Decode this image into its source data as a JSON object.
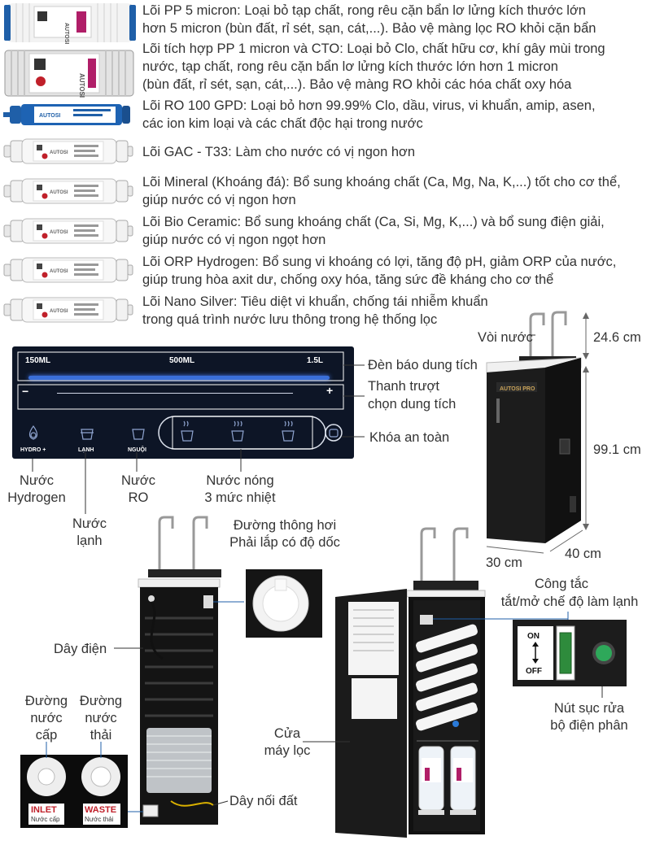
{
  "filters": [
    {
      "lines": [
        "Lõi PP 5 micron: Loại bỏ tạp chất, rong rêu cặn bẩn lơ lửng kích thước lớn",
        "hơn 5 micron (bùn đất, rỉ sét, sạn, cát,...). Bảo vệ màng lọc RO khỏi cặn bẩn"
      ],
      "brand": "AUTOSI"
    },
    {
      "lines": [
        "Lõi tích hợp PP 1 micron và CTO: Loại bỏ Clo, chất hữu cơ, khí gây mùi trong",
        "nước, tạp chất, rong rêu cặn bẩn lơ lửng kích thước lớn hơn 1 micron",
        "(bùn đất, rỉ sét, sạn, cát,...). Bảo vệ màng RO khỏi các hóa chất oxy hóa"
      ],
      "brand": "AUTOSI"
    },
    {
      "lines": [
        "Lõi RO 100 GPD: Loại bỏ hơn 99.99% Clo, dầu, virus, vi khuẩn, amip, asen,",
        "các ion kim loại và các chất độc hại trong nước"
      ]
    },
    {
      "lines": [
        "Lõi GAC - T33: Làm cho nước có vị ngon hơn"
      ],
      "brand": "AUTOSI"
    },
    {
      "lines": [
        "Lõi Mineral (Khoáng đá): Bổ sung khoáng chất (Ca, Mg, Na, K,...) tốt cho cơ thể,",
        "giúp nước có vị ngon hơn"
      ],
      "brand": "AUTOSI"
    },
    {
      "lines": [
        "Lõi Bio Ceramic: Bổ sung khoáng chất (Ca, Si, Mg, K,...) và bổ sung điện giải,",
        "giúp nước có vị ngon ngọt hơn"
      ],
      "brand": "AUTOSI"
    },
    {
      "lines": [
        "Lõi ORP Hydrogen: Bổ sung vi khoáng có lợi, tăng độ pH, giảm ORP của nước,",
        "giúp trung hòa axit dư, chống oxy hóa, tăng sức đề kháng cho cơ thể"
      ],
      "brand": "AUTOSI"
    },
    {
      "lines": [
        "Lõi Nano Silver: Tiêu diệt vi khuẩn, chống tái nhiễm khuẩn",
        "trong quá trình nước lưu thông trong hệ thống lọc"
      ],
      "brand": "AUTOSI"
    }
  ],
  "panel": {
    "cap1": "150ML",
    "cap2": "500ML",
    "cap3": "1.5L",
    "minus": "−",
    "plus": "+",
    "btn_hydro": "HYDRO +",
    "btn_cold": "LẠNH",
    "btn_ro": "NGUỘI"
  },
  "callouts": {
    "capacity_light": "Đèn báo dung tích",
    "slider_1": "Thanh trượt",
    "slider_2": "chọn dung tích",
    "safety_lock": "Khóa an toàn",
    "hydrogen_1": "Nước",
    "hydrogen_2": "Hydrogen",
    "ro_1": "Nước",
    "ro_2": "RO",
    "hot_1": "Nước nóng",
    "hot_2": "3 mức nhiệt",
    "cold_1": "Nước",
    "cold_2": "lạnh",
    "faucet": "Vòi nước",
    "dim_height_top": "24.6 cm",
    "dim_height_body": "99.1 cm",
    "dim_depth": "30 cm",
    "dim_width": "40 cm",
    "vent_1": "Đường thông hơi",
    "vent_2": "Phải lắp có độ dốc",
    "power_cord": "Dây điện",
    "inlet_1": "Đường",
    "inlet_2": "nước",
    "inlet_3": "cấp",
    "waste_1": "Đường",
    "waste_2": "nước",
    "waste_3": "thải",
    "ground_wire": "Dây nối đất",
    "door_1": "Cửa",
    "door_2": "máy lọc",
    "switch_1": "Công tắc",
    "switch_2": "tắt/mở chế độ làm lạnh",
    "flush_1": "Nút sục rửa",
    "flush_2": "bộ điện phân"
  },
  "fittings": {
    "inlet_title": "INLET",
    "inlet_sub": "Nước cấp",
    "waste_title": "WASTE",
    "waste_sub": "Nước thải"
  },
  "switch": {
    "on": "ON",
    "off": "OFF"
  },
  "product": {
    "logo": "AUTOSI PRO"
  },
  "colors": {
    "filter_blue": "#1f5fa8",
    "panel_bg": "#0d1526",
    "cabinet": "#1c1c1c",
    "switch_green": "#2e8b3c",
    "label_red": "#c0202a"
  }
}
